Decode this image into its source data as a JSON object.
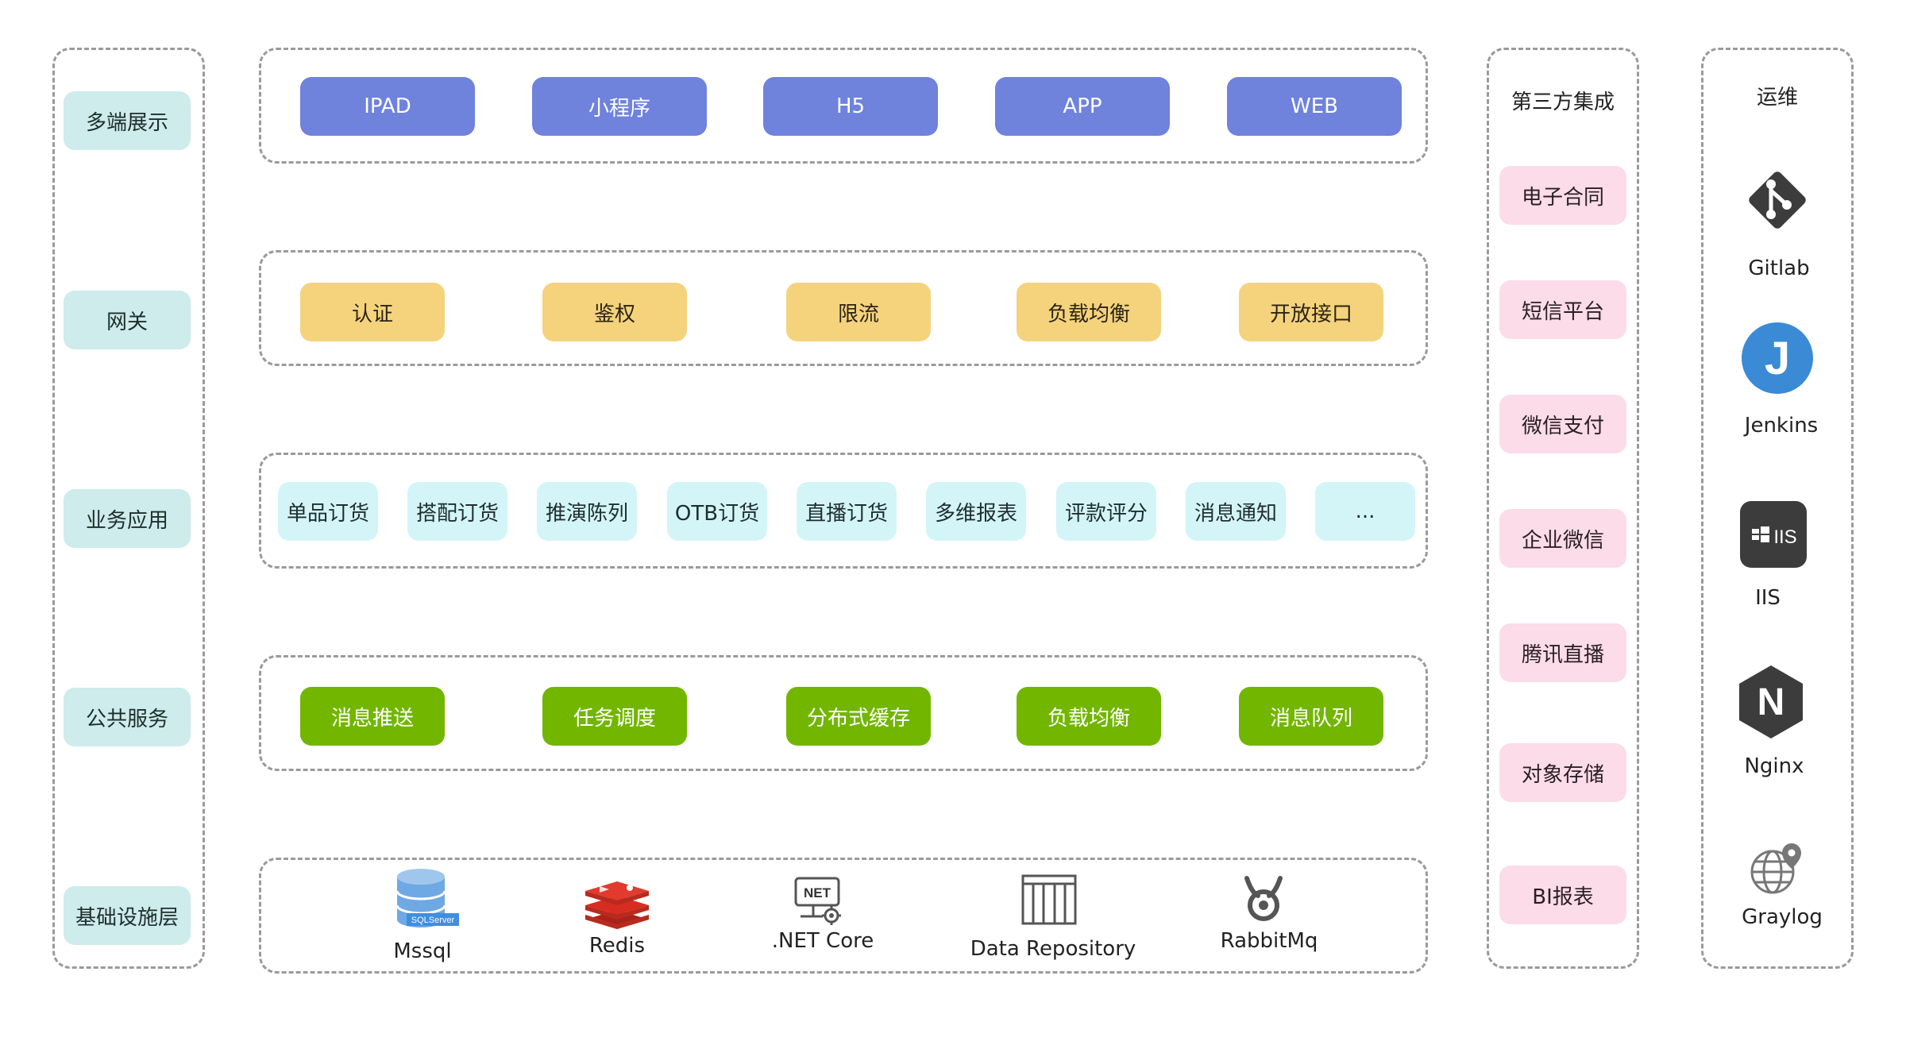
{
  "layers": [
    {
      "label": "多端展示",
      "style": "blue",
      "items": [
        "IPAD",
        "小程序",
        "H5",
        "APP",
        "WEB"
      ]
    },
    {
      "label": "网关",
      "style": "yel",
      "items": [
        "认证",
        "鉴权",
        "限流",
        "负载均衡",
        "开放接口"
      ]
    },
    {
      "label": "业务应用",
      "style": "cyan",
      "items": [
        "单品订货",
        "搭配订货",
        "推演陈列",
        "OTB订货",
        "直播订货",
        "多维报表",
        "评款评分",
        "消息通知",
        "..."
      ]
    },
    {
      "label": "公共服务",
      "style": "grn",
      "items": [
        "消息推送",
        "任务调度",
        "分布式缓存",
        "负载均衡",
        "消息队列"
      ]
    },
    {
      "label": "基础设施层",
      "style": "infra",
      "items": [
        {
          "name": "Mssql",
          "icon": "sqlserver-database-icon",
          "badge": "SQLServer"
        },
        {
          "name": "Redis",
          "icon": "redis-icon"
        },
        {
          "name": ".NET Core",
          "icon": "dotnet-core-icon",
          "badge": "NET"
        },
        {
          "name": "Data Repository",
          "icon": "data-repository-icon"
        },
        {
          "name": "RabbitMq",
          "icon": "rabbitmq-icon"
        }
      ]
    }
  ],
  "third_party": {
    "title": "第三方集成",
    "items": [
      "电子合同",
      "短信平台",
      "微信支付",
      "企业微信",
      "腾讯直播",
      "对象存储",
      "BI报表"
    ]
  },
  "ops": {
    "title": "运维",
    "items": [
      {
        "name": "Gitlab",
        "icon": "gitlab-icon"
      },
      {
        "name": "Jenkins",
        "icon": "jenkins-icon",
        "glyph": "J"
      },
      {
        "name": "IIS",
        "icon": "iis-icon",
        "glyph": "IIS"
      },
      {
        "name": "Nginx",
        "icon": "nginx-icon",
        "glyph": "N"
      },
      {
        "name": "Graylog",
        "icon": "graylog-icon"
      }
    ]
  },
  "colors": {
    "layer_label_bg": "#cdeceb",
    "display_blue": "#6f82dc",
    "gateway_yellow": "#f5d37c",
    "business_cyan": "#d3f5f7",
    "public_green": "#72b600",
    "third_party_pink": "#fbdce8",
    "redis_red": "#d82c20",
    "jenkins_blue": "#3a8ad6",
    "dark_icon": "#3c3c3c"
  }
}
